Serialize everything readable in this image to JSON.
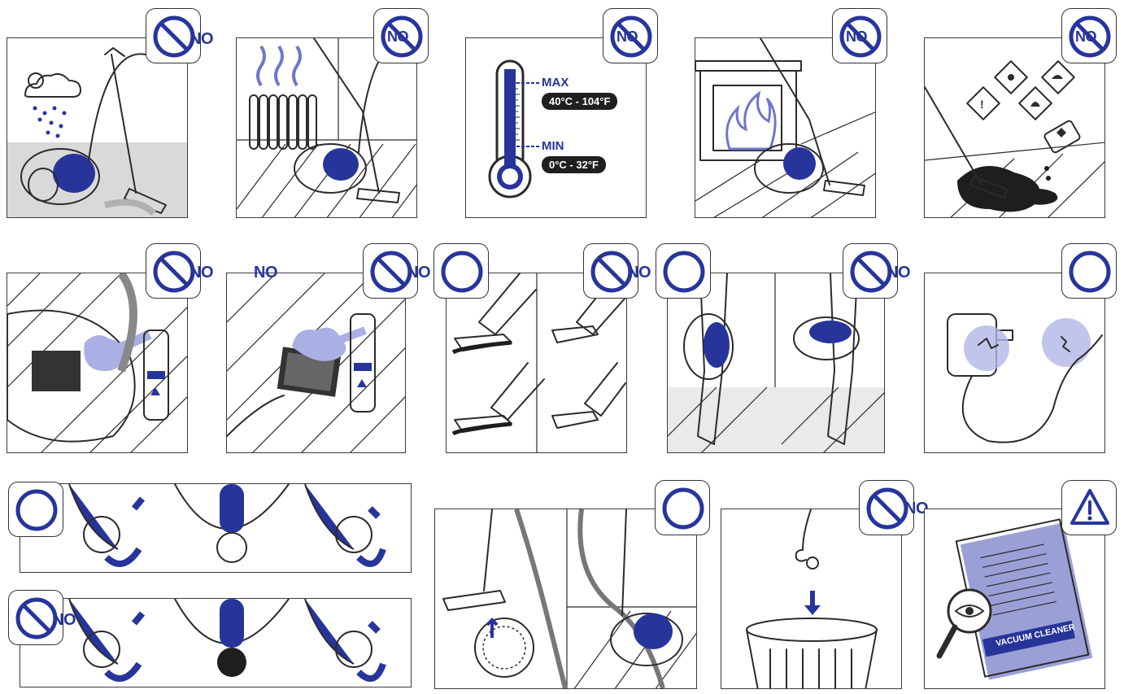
{
  "labels": {
    "no": "NO",
    "thermo_max": "MAX",
    "thermo_max_range": "40°C - 104°F",
    "thermo_min": "MIN",
    "thermo_min_range": "0°C - 32°F",
    "manual_title": "VACUUM CLEANER"
  },
  "colors": {
    "accent": "#27359b",
    "accent_light": "#aab0e4",
    "ink": "#2b2b2b",
    "floor_gray": "#d9d9d9",
    "warning_circle": "#b3b7e6"
  },
  "icons": {
    "prohibited": "no-sign-icon",
    "allowed": "ok-circle-icon",
    "warning": "warning-triangle-icon"
  }
}
